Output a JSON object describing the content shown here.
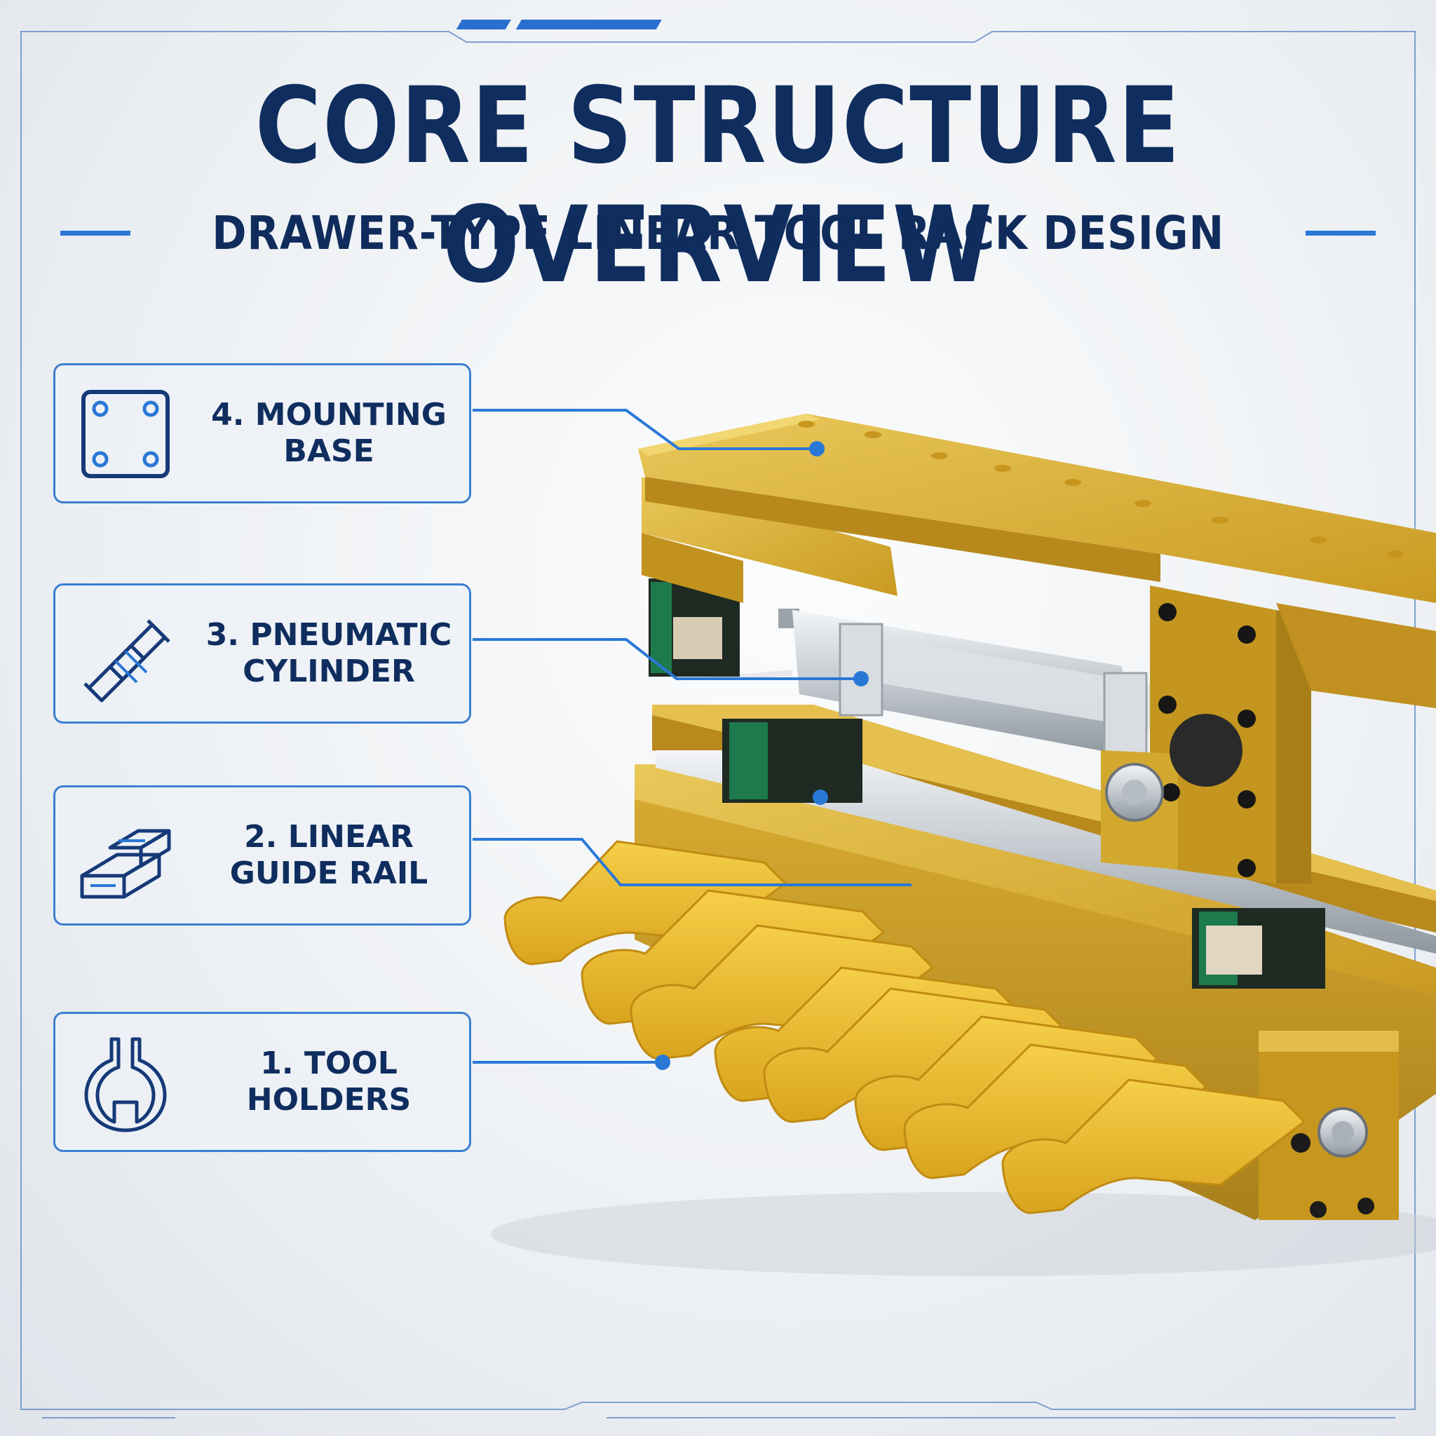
{
  "header": {
    "title": "CORE STRUCTURE OVERVIEW",
    "subtitle": "DRAWER-TYPE LINEAR TOOL RACK DESIGN"
  },
  "components": [
    {
      "number": "4.",
      "label_line1": "4. MOUNTING BASE",
      "label_line2": "",
      "icon": "mounting-plate-icon"
    },
    {
      "number": "3.",
      "label_line1": "3. PNEUMATIC",
      "label_line2": "CYLINDER",
      "icon": "pneumatic-cylinder-icon"
    },
    {
      "number": "2.",
      "label_line1": "2. LINEAR",
      "label_line2": "GUIDE RAIL",
      "icon": "linear-guide-rail-icon"
    },
    {
      "number": "1.",
      "label_line1": "1. TOOL",
      "label_line2": "HOLDERS",
      "icon": "tool-holder-fork-icon"
    }
  ],
  "colors": {
    "title": "#0f2d5e",
    "accent": "#2a78d6",
    "brass": "#d8b23a",
    "holder": "#f0c23a"
  }
}
